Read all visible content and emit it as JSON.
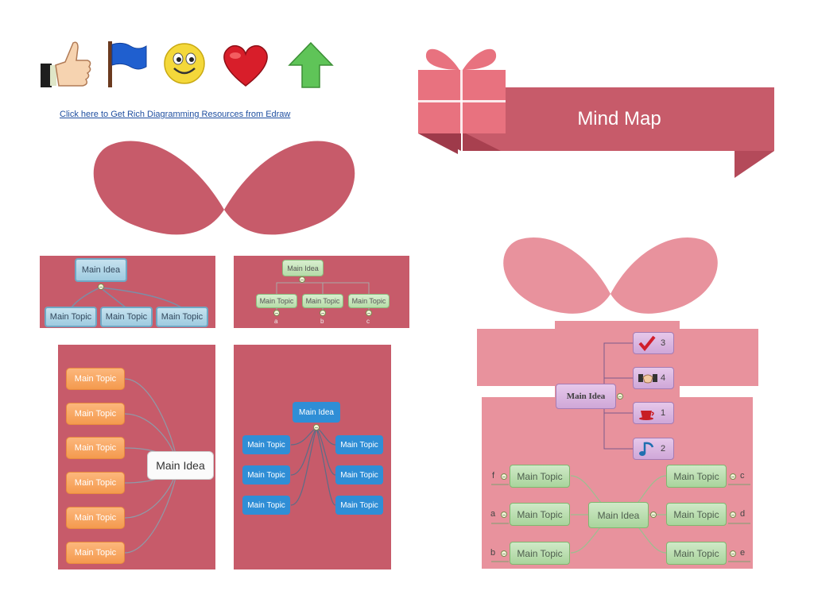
{
  "icons": [
    {
      "name": "thumbs-up-icon"
    },
    {
      "name": "blue-flag-icon"
    },
    {
      "name": "smiley-face-icon"
    },
    {
      "name": "heart-icon"
    },
    {
      "name": "green-up-arrow-icon"
    }
  ],
  "resource_link": "Click here to Get Rich Diagramming Resources from Edraw",
  "banner": {
    "title": "Mind Map"
  },
  "colors": {
    "ribbon": "#c75b6a",
    "gift_pink": "#e38f9b",
    "gift_box": "#e8727f"
  },
  "panel1": {
    "root": "Main Idea",
    "topics": [
      "Main Topic",
      "Main Topic",
      "Main Topic"
    ]
  },
  "panel2": {
    "root": "Main Idea",
    "topics": [
      "Main Topic",
      "Main Topic",
      "Main Topic"
    ],
    "leaves": [
      "a",
      "b",
      "c"
    ]
  },
  "panel3": {
    "root": "Main Idea",
    "topics": [
      "Main Topic",
      "Main Topic",
      "Main Topic",
      "Main Topic",
      "Main Topic",
      "Main Topic"
    ]
  },
  "panel4": {
    "root": "Main Idea",
    "left_topics": [
      "Main Topic",
      "Main Topic",
      "Main Topic"
    ],
    "right_topics": [
      "Main Topic",
      "Main Topic",
      "Main Topic"
    ]
  },
  "gift_top": {
    "root": "Main Idea",
    "items": [
      {
        "icon": "checkmark-icon",
        "label": "3"
      },
      {
        "icon": "handshake-icon",
        "label": "4"
      },
      {
        "icon": "coffee-cup-icon",
        "label": "1"
      },
      {
        "icon": "music-note-icon",
        "label": "2"
      }
    ]
  },
  "gift_bottom": {
    "root": "Main Idea",
    "left_topics": [
      "Main Topic",
      "Main Topic",
      "Main Topic"
    ],
    "left_leaves": [
      "f",
      "a",
      "b"
    ],
    "right_topics": [
      "Main Topic",
      "Main Topic",
      "Main Topic"
    ],
    "right_leaves": [
      "c",
      "d",
      "e"
    ]
  }
}
